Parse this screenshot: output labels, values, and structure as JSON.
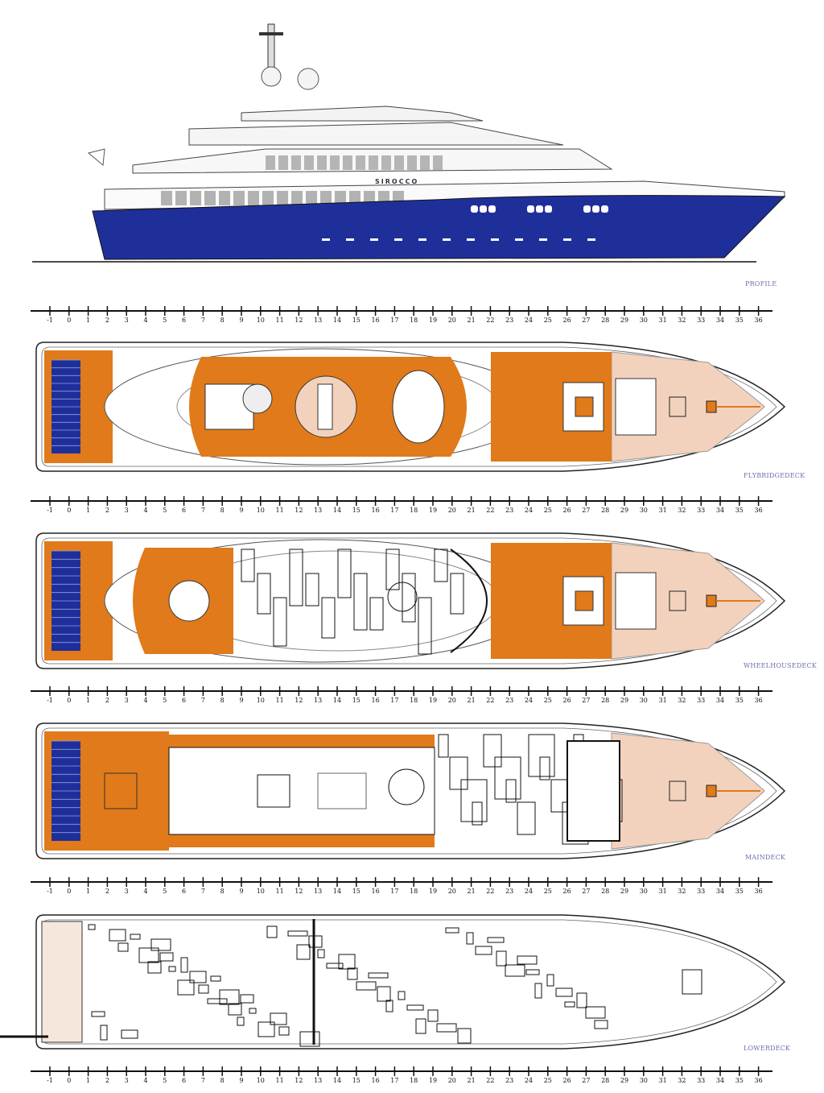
{
  "ship_name": "SIROCCO",
  "labels": {
    "profile": "PROFILE",
    "flybridge": "FLYBRIDGEDECK",
    "wheelhouse": "WHEELHOUSEDECK",
    "main": "MAINDECK",
    "lower": "LOWERDECK"
  },
  "frame_scale": [
    -1,
    0,
    1,
    2,
    3,
    4,
    5,
    6,
    7,
    8,
    9,
    10,
    11,
    12,
    13,
    14,
    15,
    16,
    17,
    18,
    19,
    20,
    21,
    22,
    23,
    24,
    25,
    26,
    27,
    28,
    29,
    30,
    31,
    32,
    33,
    34,
    35,
    36
  ],
  "colors": {
    "hull_blue": "#1f2f9a",
    "deck_orange": "#e07a1a",
    "teak_light": "#f3d2bd",
    "line": "#111111"
  }
}
